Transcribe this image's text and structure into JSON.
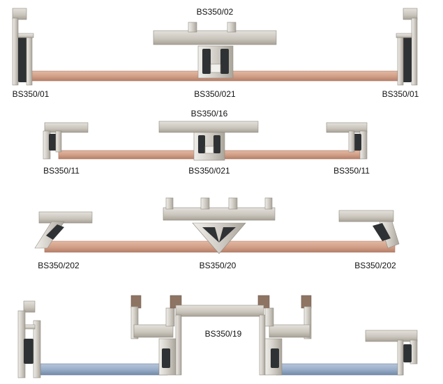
{
  "colors": {
    "aluminium_light": "#dcdad5",
    "aluminium_mid": "#bdb8ae",
    "aluminium_dark": "#9a958c",
    "gasket": "#2f3234",
    "glazing_bronze": "#d4a48c",
    "glazing_bronze_dark": "#b07e6a",
    "glazing_blue": "#9aaec9",
    "glazing_blue_dark": "#6f86a6",
    "label": "#111111"
  },
  "row1": {
    "top_label": "BS350/02",
    "left_label": "BS350/01",
    "center_label": "BS350/021",
    "right_label": "BS350/01"
  },
  "row2": {
    "top_label": "BS350/16",
    "left_label": "BS350/11",
    "center_label": "BS350/021",
    "right_label": "BS350/11"
  },
  "row3": {
    "left_label": "BS350/202",
    "center_label": "BS350/20",
    "right_label": "BS350/202"
  },
  "row4": {
    "center_label": "BS350/19"
  }
}
